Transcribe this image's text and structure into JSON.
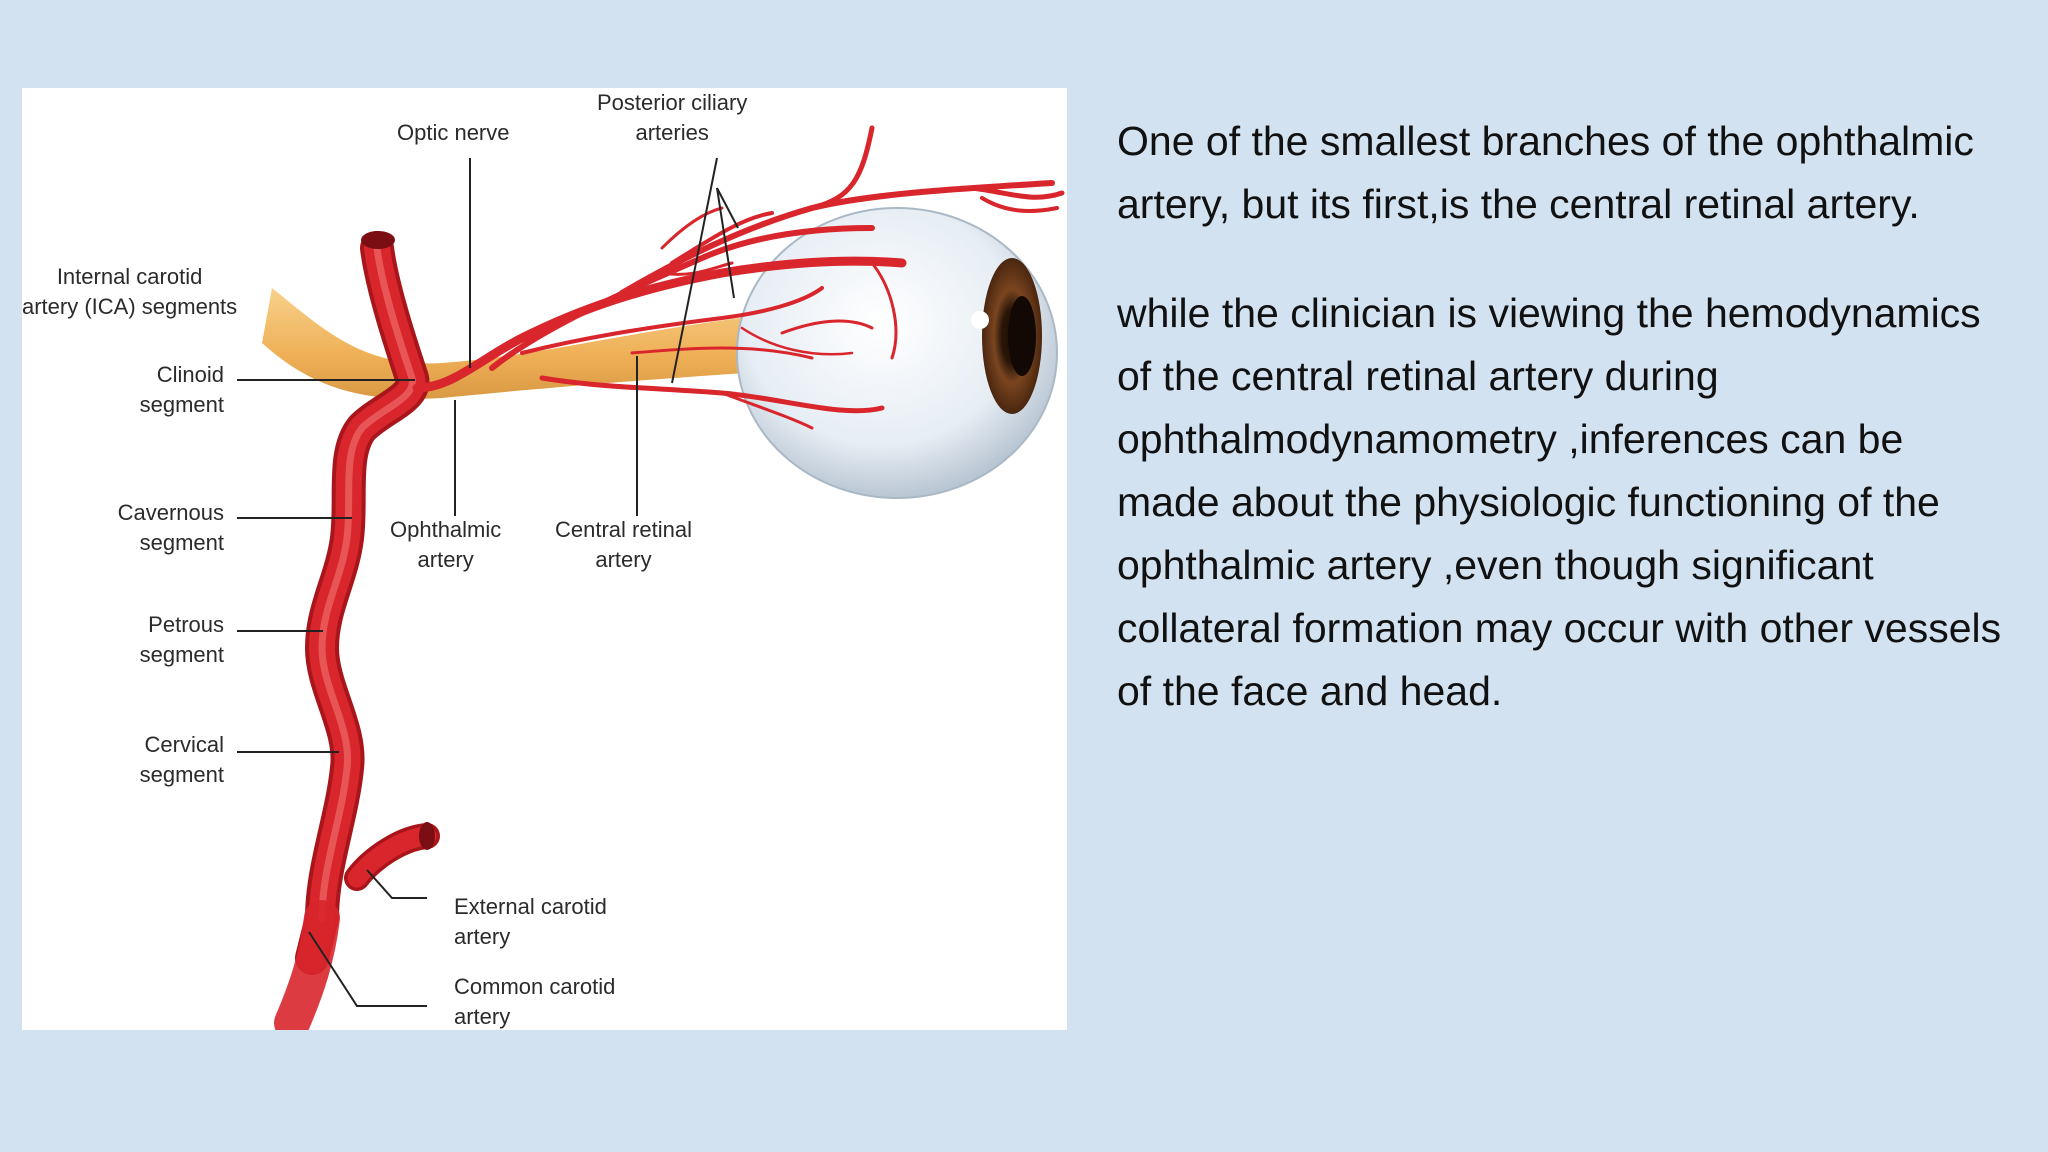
{
  "figure": {
    "labels": {
      "posterior_ciliary": "Posterior ciliary\narteries",
      "optic_nerve": "Optic nerve",
      "ica_segments": "Internal carotid\nartery (ICA) segments",
      "clinoid": "Clinoid\nsegment",
      "cavernous": "Cavernous\nsegment",
      "petrous": "Petrous\nsegment",
      "cervical": "Cervical\nsegment",
      "ophthalmic": "Ophthalmic\nartery",
      "central_retinal": "Central retinal\nartery",
      "external_carotid": "External carotid\nartery",
      "common_carotid": "Common carotid\nartery"
    },
    "colors": {
      "artery": "#d8262c",
      "artery_dark": "#a8161c",
      "nerve": "#f2b560",
      "eye_white": "#eef3f8",
      "iris": "#6b3a1c",
      "leader": "#222222"
    }
  },
  "text": {
    "paragraph1": "One of the smallest branches of the ophthalmic artery, but its first,is the central retinal artery.",
    "paragraph2": "while the clinician is viewing the hemodynamics of the central retinal artery during ophthalmodynamometry ,inferences can be made about the physiologic functioning of the ophthalmic artery ,even though significant collateral formation may occur with other vessels of the face and head."
  },
  "background_color": "#d2e2f1"
}
